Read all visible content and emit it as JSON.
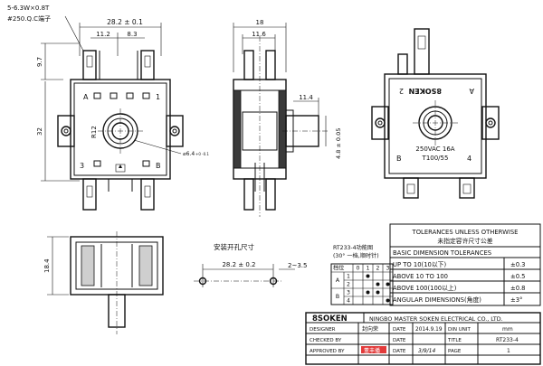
{
  "front_view": {
    "dim_width": "28.2 ± 0.1",
    "dim_11_2": "11.2",
    "dim_8_3": "8.3",
    "dim_9_7": "9.7",
    "dim_32": "32",
    "terminal_note_1": "5-6.3W×0.8T",
    "terminal_note_2": "#250.Q.C端子",
    "label_a": "A",
    "label_1": "1",
    "label_3": "3",
    "label_b": "B",
    "label_r12": "R12",
    "label_hole": "⌀6.4",
    "label_hole_tol": "+0 -0.1"
  },
  "side_view": {
    "dim_18": "18",
    "dim_11_6": "11.6",
    "dim_11_4": "11.4",
    "dim_height": "4.8 ± 0.05"
  },
  "back_view": {
    "brand": "8SOKEN",
    "label_2": "2",
    "label_a": "A",
    "label_b": "B",
    "label_4": "4",
    "rating": "250VAC 16A",
    "temp": "T100/55"
  },
  "bottom_view": {
    "dim_18_4": "18.4"
  },
  "mounting": {
    "title": "安装开孔尺寸",
    "dim_spacing": "28.2 ± 0.2",
    "dim_hole": "2~3.5"
  },
  "function_table": {
    "title": "RT233-4功能图",
    "subtitle": "(30° 一档,顺时针)",
    "header": [
      "档位",
      "0",
      "1",
      "2",
      "3"
    ],
    "rows": [
      {
        "group": "A",
        "pin": "1",
        "dots": [
          false,
          true,
          false,
          false
        ]
      },
      {
        "group": "A",
        "pin": "2",
        "dots": [
          false,
          false,
          true,
          true
        ]
      },
      {
        "group": "B",
        "pin": "3",
        "dots": [
          false,
          true,
          true,
          false
        ]
      },
      {
        "group": "B",
        "pin": "4",
        "dots": [
          false,
          false,
          false,
          true
        ]
      }
    ]
  },
  "tolerances": {
    "heading_en": "TOLERANCES UNLESS OTHERWISE",
    "heading_cn": "未指定容许尺寸公差",
    "basic_label": "BASIC DIMENSION TOLERANCES",
    "rows": [
      {
        "label": "UP TO 10(10以下)",
        "value": "±0.3"
      },
      {
        "label": "ABOVE 10 TO 100",
        "value": "±0.5"
      },
      {
        "label": "ABOVE 100(100以上)",
        "value": "±0.8"
      },
      {
        "label": "ANGULAR DIMENSIONS(角度)",
        "value": "±3°"
      }
    ]
  },
  "title_block": {
    "logo": "8SOKEN",
    "company": "NINGBO MASTER SOKEN ELECTRICAL CO., LTD.",
    "designer_label": "DESIGNER",
    "designer_name": "封向荣",
    "date_label": "DATE",
    "design_date": "2014.9.19",
    "unit_label": "DIN UNIT",
    "unit_value": "mm",
    "checked_label": "CHECKED BY",
    "checked_date_label": "DATE",
    "title_label": "TITLE",
    "title_value": "RT233-4",
    "approved_label": "APPROVED BY",
    "approved_name": "董丰播",
    "approved_date_label": "DATE",
    "approved_date": "3/9/14",
    "page_label": "PAGE",
    "page_value": "1"
  }
}
